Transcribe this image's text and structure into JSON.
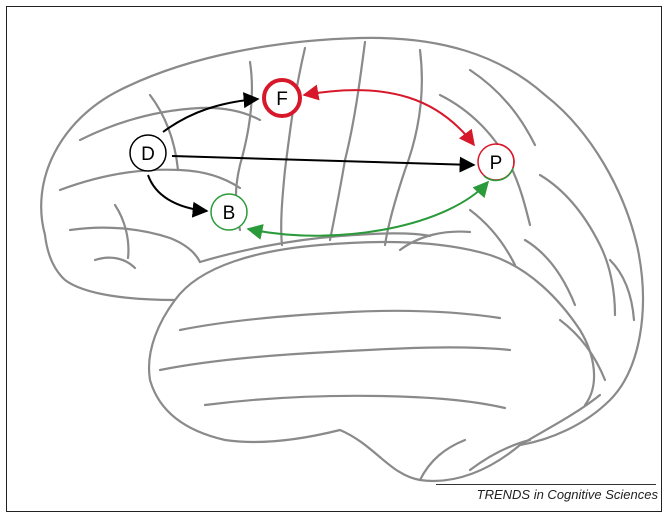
{
  "nodes": [
    {
      "id": "F",
      "label": "F",
      "color": "#d7182a",
      "emphasis": "bold"
    },
    {
      "id": "D",
      "label": "D",
      "color": "#000000"
    },
    {
      "id": "P",
      "label": "P",
      "color": "#d7182a"
    },
    {
      "id": "B",
      "label": "B",
      "color": "#2a9a3a"
    }
  ],
  "edges": [
    {
      "from": "D",
      "to": "F",
      "color": "#000000",
      "direction": "one-way"
    },
    {
      "from": "D",
      "to": "P",
      "color": "#000000",
      "direction": "one-way"
    },
    {
      "from": "D",
      "to": "B",
      "color": "#000000",
      "direction": "one-way"
    },
    {
      "from": "F",
      "to": "P",
      "color": "#d7182a",
      "direction": "two-way"
    },
    {
      "from": "P",
      "to": "B",
      "color": "#2a9a3a",
      "direction": "two-way"
    }
  ],
  "footer": {
    "credit": "TRENDS in Cognitive Sciences"
  }
}
